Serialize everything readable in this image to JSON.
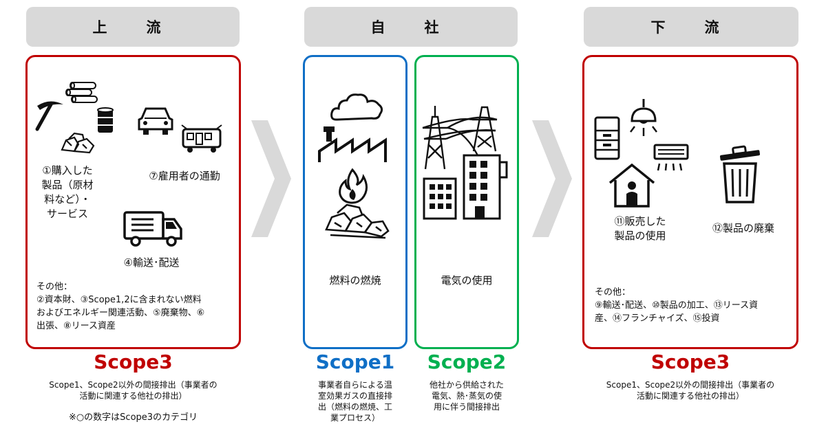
{
  "headers": {
    "upstream": "上　流",
    "own": "自　社",
    "downstream": "下　流"
  },
  "upstream": {
    "item1": "①購入した\n製品（原材\n料など）・\nサービス",
    "item7": "⑦雇用者の通勤",
    "item4": "④輸送･配送",
    "others_title": "その他：",
    "others_text": "②資本財、③Scope1,2に含まれない燃料\nおよびエネルギー関連活動、⑤廃棄物、⑥\n出張、⑧リース資産"
  },
  "own": {
    "scope1_item": "燃料の燃焼",
    "scope2_item": "電気の使用"
  },
  "downstream": {
    "item11": "⑪販売した\n製品の使用",
    "item12": "⑫製品の廃棄",
    "others_title": "その他：",
    "others_text": "⑨輸送･配送、⑩製品の加工、⑬リース資\n産、⑭フランチャイズ、⑮投資"
  },
  "scopes": {
    "scope3_left": {
      "title": "Scope3",
      "desc": "Scope1、Scope2以外の間接排出（事業者の\n活動に関連する他社の排出）"
    },
    "note": "※○の数字はScope3のカテゴリ",
    "scope1": {
      "title": "Scope1",
      "desc": "事業者自らによる温\n室効果ガスの直接排\n出（燃料の燃焼、工\n業プロセス）"
    },
    "scope2": {
      "title": "Scope2",
      "desc": "他社から供給された\n電気、熱･蒸気の使\n用に伴う間接排出"
    },
    "scope3_right": {
      "title": "Scope3",
      "desc": "Scope1、Scope2以外の間接排出（事業者の\n活動に関連する他社の排出）"
    }
  },
  "colors": {
    "scope3": "#c00000",
    "scope1": "#0f6fc6",
    "scope2": "#00b050",
    "header_bg": "#d9d9d9",
    "arrow": "#d9d9d9"
  },
  "icons": [
    "pickaxe-icon",
    "logs-icon",
    "oil-drum-icon",
    "ore-icon",
    "car-icon",
    "bus-icon",
    "truck-icon",
    "smoke-cloud-icon",
    "factory-icon",
    "fire-icon",
    "coal-icon",
    "power-tower-icon",
    "building-icon",
    "refrigerator-icon",
    "ceiling-lamp-icon",
    "air-conditioner-icon",
    "house-icon",
    "trash-can-icon"
  ]
}
